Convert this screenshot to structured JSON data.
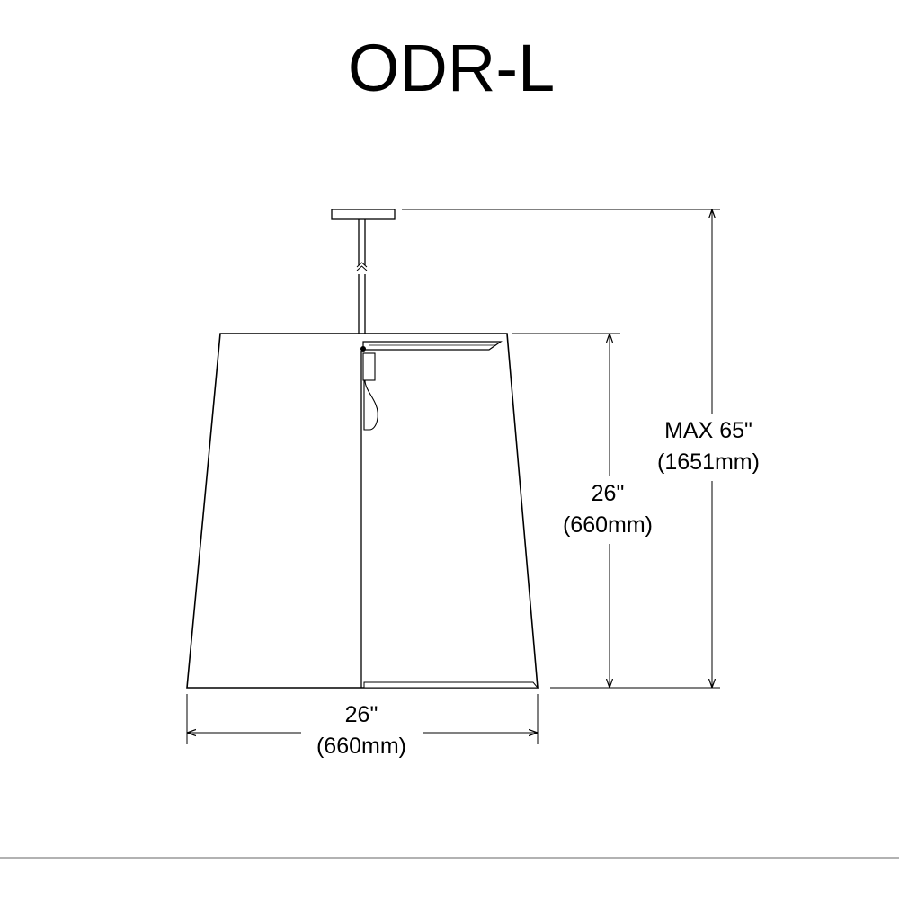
{
  "title": "ODR-L",
  "dimensions": {
    "overall_height": {
      "label": "MAX 65\"",
      "metric": "(1651mm)"
    },
    "shade_height": {
      "label": "26\"",
      "metric": "(660mm)"
    },
    "shade_width": {
      "label": "26\"",
      "metric": "(660mm)"
    }
  }
}
